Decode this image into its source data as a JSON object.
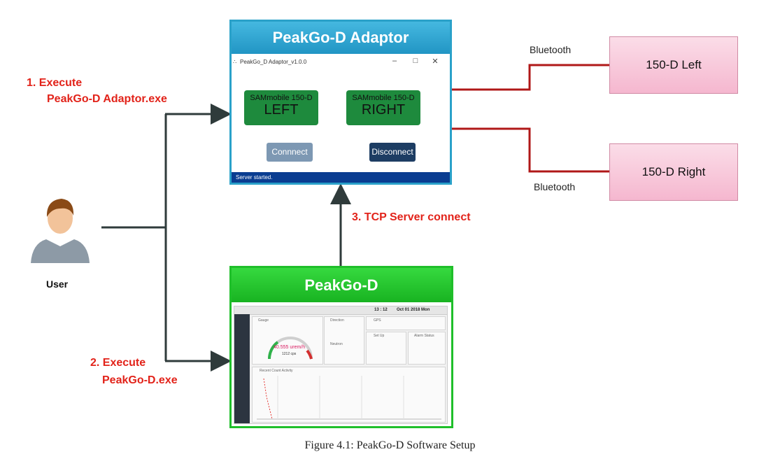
{
  "adaptor": {
    "header": "PeakGo-D Adaptor",
    "window_title": "PeakGo_D Adaptor_v1.0.0",
    "left_button": {
      "line1": "SAMmobile 150-D",
      "line2": "LEFT"
    },
    "right_button": {
      "line1": "SAMmobile 150-D",
      "line2": "RIGHT"
    },
    "connect_label": "Connnect",
    "disconnect_label": "Disconnect",
    "status": "Server started."
  },
  "peakgo": {
    "header": "PeakGo-D",
    "app": {
      "time": "13 : 12",
      "date": "Oct 01 2018 Mon",
      "gauge_title": "Gauge",
      "direction_title": "Direction",
      "gps_title": "GPS",
      "setup_title": "Set Up",
      "alarm_title": "Alarm Status",
      "neutron_title": "Neutron",
      "dose_rate": "40.555 urem/h",
      "cps": "1212 cps",
      "recent_title": "Recent Count Activity"
    }
  },
  "nodes": {
    "left": "150-D Left",
    "right": "150-D Right"
  },
  "labels": {
    "bluetooth_top": "Bluetooth",
    "bluetooth_bottom": "Bluetooth",
    "step1_line1": "1.  Execute",
    "step1_line2": "PeakGo-D Adaptor.exe",
    "step2_line1": "2. Execute",
    "step2_line2": "PeakGo-D.exe",
    "step3": "3. TCP Server connect",
    "user": "User"
  },
  "caption": "Figure 4.1: PeakGo-D Software Setup",
  "colors": {
    "adaptor_header": "#2aa1c9",
    "peakgo_header": "#1fbf2a",
    "node_fill": "#f5b7cf",
    "bluetooth_line": "#b01818",
    "flow_line": "#2f3b3b",
    "step_text": "#e2231a"
  }
}
